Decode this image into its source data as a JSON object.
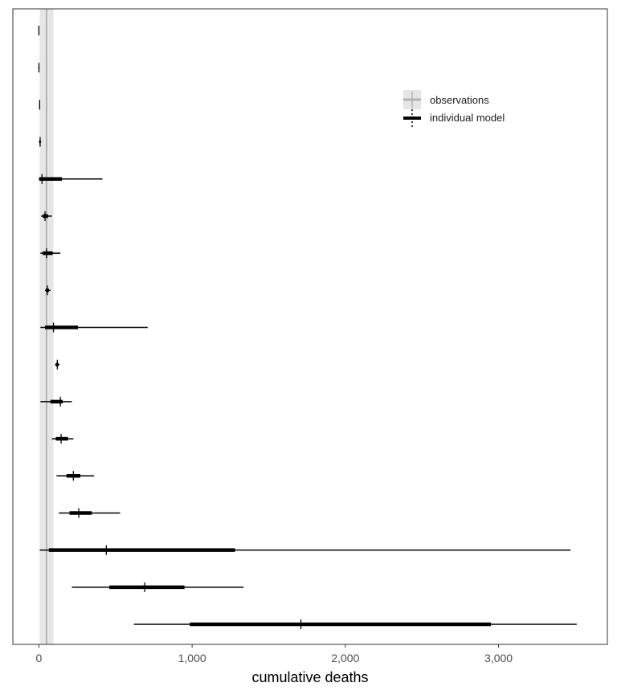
{
  "chart_data": {
    "type": "interval",
    "title": "",
    "xlabel": "cumulative deaths",
    "ylabel": "",
    "xlim": [
      -170,
      3710
    ],
    "xticks": [
      0,
      1000,
      2000,
      3000
    ],
    "xtick_labels": [
      "0",
      "1,000",
      "2,000",
      "3,000"
    ],
    "grid": false,
    "legend_position": "top-right",
    "legend": [
      {
        "name": "observations",
        "color": "#b3b3b3"
      },
      {
        "name": "individual model",
        "color": "#000000"
      }
    ],
    "observations": {
      "center": 50,
      "lower": 5,
      "upper": 95
    },
    "rows": [
      {
        "median": 0,
        "q25": 0,
        "q75": 0,
        "lower": -2,
        "upper": 2
      },
      {
        "median": 0,
        "q25": 0,
        "q75": 0,
        "lower": -2,
        "upper": 5
      },
      {
        "median": 5,
        "q25": 5,
        "q75": 5,
        "lower": 2,
        "upper": 8
      },
      {
        "median": 8,
        "q25": 3,
        "q75": 10,
        "lower": 0,
        "upper": 15
      },
      {
        "median": 20,
        "q25": 2,
        "q75": 150,
        "lower": 0,
        "upper": 415
      },
      {
        "median": 40,
        "q25": 25,
        "q75": 60,
        "lower": 15,
        "upper": 85
      },
      {
        "median": 50,
        "q25": 25,
        "q75": 90,
        "lower": 10,
        "upper": 140
      },
      {
        "median": 55,
        "q25": 45,
        "q75": 65,
        "lower": 40,
        "upper": 75
      },
      {
        "median": 95,
        "q25": 40,
        "q75": 255,
        "lower": 10,
        "upper": 710
      },
      {
        "median": 120,
        "q25": 110,
        "q75": 128,
        "lower": 105,
        "upper": 135
      },
      {
        "median": 140,
        "q25": 75,
        "q75": 155,
        "lower": 10,
        "upper": 215
      },
      {
        "median": 145,
        "q25": 110,
        "q75": 190,
        "lower": 85,
        "upper": 225
      },
      {
        "median": 225,
        "q25": 180,
        "q75": 270,
        "lower": 115,
        "upper": 360
      },
      {
        "median": 260,
        "q25": 200,
        "q75": 345,
        "lower": 130,
        "upper": 530
      },
      {
        "median": 440,
        "q25": 65,
        "q75": 1280,
        "lower": 5,
        "upper": 3470
      },
      {
        "median": 690,
        "q25": 460,
        "q75": 950,
        "lower": 215,
        "upper": 1335
      },
      {
        "median": 1710,
        "q25": 985,
        "q75": 2950,
        "lower": 620,
        "upper": 3510
      }
    ]
  }
}
